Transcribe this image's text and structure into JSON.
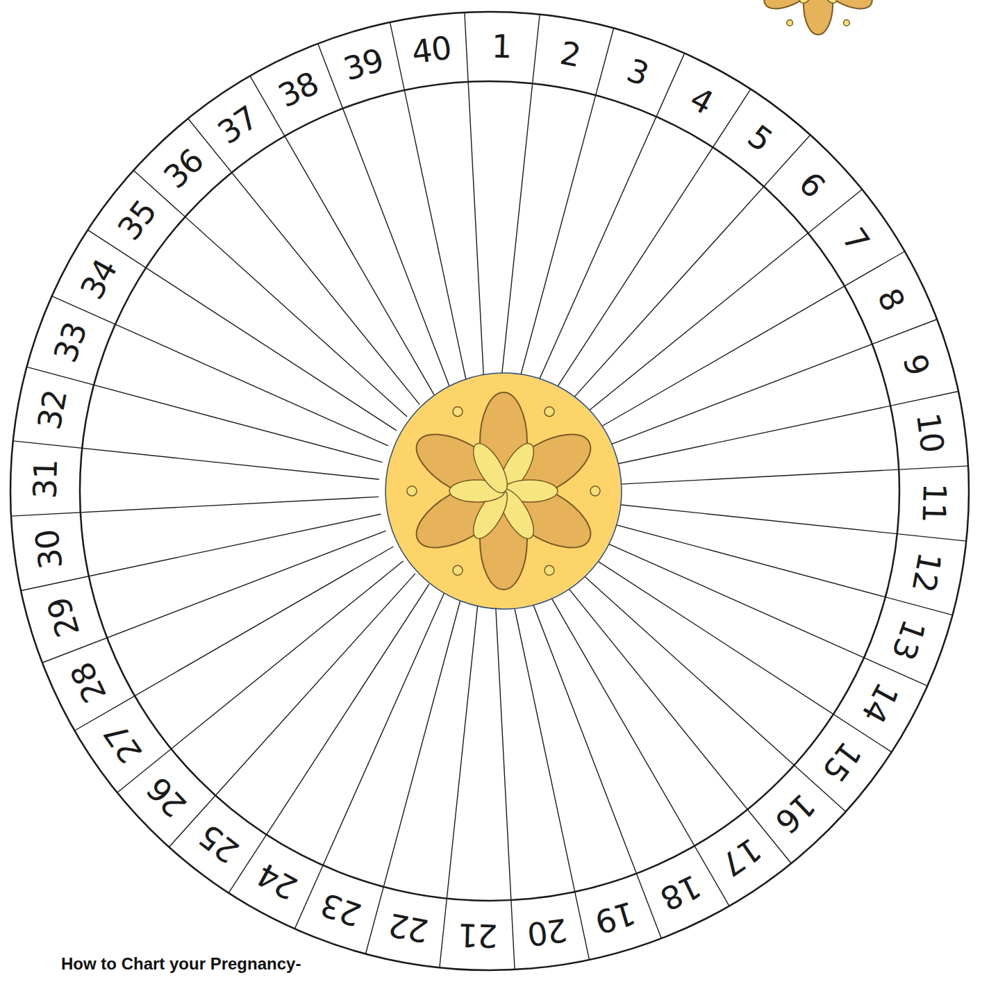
{
  "diagram": {
    "title": "How to Chart your Pregnancy-",
    "labels": [
      "1",
      "2",
      "3",
      "4",
      "5",
      "6",
      "7",
      "8",
      "9",
      "10",
      "11",
      "12",
      "13",
      "14",
      "15",
      "16",
      "17",
      "18",
      "19",
      "20",
      "21",
      "22",
      "23",
      "24",
      "25",
      "26",
      "27",
      "28",
      "29",
      "30",
      "31",
      "32",
      "33",
      "34",
      "35",
      "36",
      "37",
      "38",
      "39",
      "40"
    ]
  }
}
